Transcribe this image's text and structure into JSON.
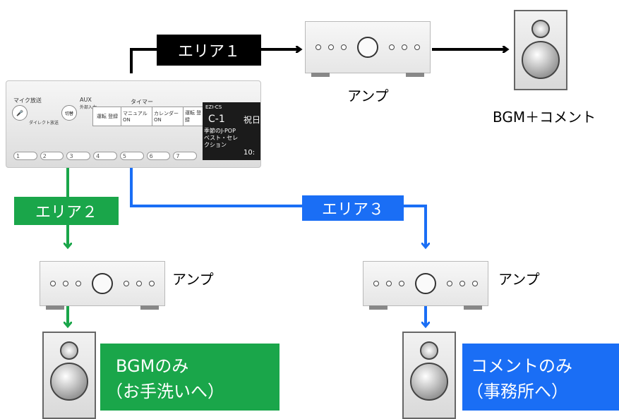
{
  "colors": {
    "area1": "#000000",
    "area2": "#1aa64a",
    "area3": "#1a6ef5"
  },
  "labels": {
    "area1": "エリア１",
    "area2": "エリア２",
    "area3": "エリア３",
    "amp": "アンプ",
    "top_output": "BGM＋コメント"
  },
  "boxes": {
    "green_line1": "BGMのみ",
    "green_line2": "（お手洗いへ）",
    "blue_line1": "コメントのみ",
    "blue_line2": "（事務所へ）"
  },
  "device": {
    "mic_label": "マイク放送",
    "mic_sub": "ダイレクト放送",
    "aux_label": "AUX",
    "aux_sub": "外部入力",
    "timer_label": "タイマー",
    "btn_stop": "切替",
    "btn_reg1": "運転 登録",
    "btn_manual": "マニュアル ON",
    "btn_calendar": "カレンダー ON",
    "btn_reg2": "運転 登録",
    "screen_ch": "EZI-CS",
    "screen_num": "C-1",
    "screen_text": "季節のJ-POPベスト・セレクション",
    "screen_side1": "祝日",
    "screen_side2": "10:",
    "buttons": [
      "1",
      "2",
      "3",
      "4",
      "5",
      "6",
      "7"
    ]
  }
}
